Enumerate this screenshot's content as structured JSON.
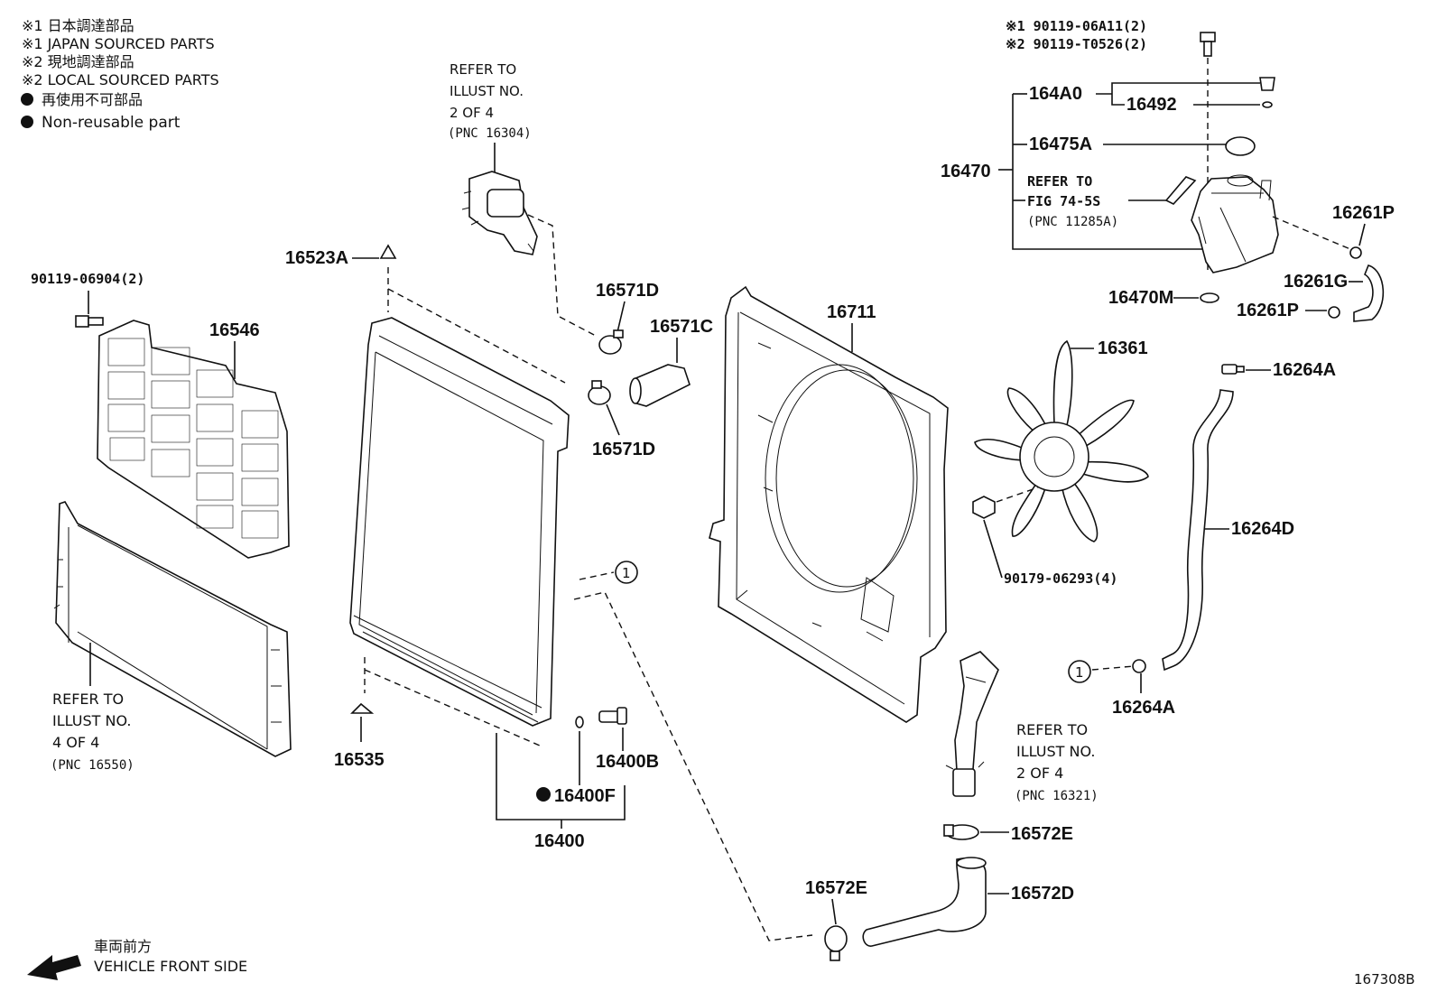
{
  "legend": {
    "line1": "※1 日本調達部品",
    "line2": "※1 JAPAN SOURCED PARTS",
    "line3": "※2 現地調達部品",
    "line4": "※2 LOCAL SOURCED PARTS",
    "line5": "再使用不可部品",
    "line6": "Non-reusable part"
  },
  "refer_water_pump": [
    "REFER TO",
    "ILLUST NO.",
    "2 OF 4",
    "(PNC 16304)"
  ],
  "refer_condenser": [
    "REFER TO",
    "ILLUST NO.",
    "4 OF 4",
    "(PNC 16550)"
  ],
  "refer_outlet": [
    "REFER TO",
    "ILLUST NO.",
    "2 OF 4",
    "(PNC 16321)"
  ],
  "refer_fig": [
    "REFER TO",
    "FIG 74-5S",
    "(PNC 11285A)"
  ],
  "bolt_top": [
    "※1 90119-06A11(2)",
    "※2 90119-T0526(2)"
  ],
  "parts": {
    "p16546": "16546",
    "p90119_06904": "90119-06904(2)",
    "p16523A": "16523A",
    "p16571D_top": "16571D",
    "p16571C": "16571C",
    "p16571D_bot": "16571D",
    "p16711": "16711",
    "p16361": "16361",
    "p90179": "90179-06293(4)",
    "p16470": "16470",
    "p164A0": "164A0",
    "p16492": "16492",
    "p16475A": "16475A",
    "p16261P_top": "16261P",
    "p16261G": "16261G",
    "p16261P_bot": "16261P",
    "p16470M": "16470M",
    "p16264A_top": "16264A",
    "p16264D": "16264D",
    "p16264A_bot": "16264A",
    "p16535": "16535",
    "p16400B": "16400B",
    "p16400F": "16400F",
    "p16400": "16400",
    "p16572E_right": "16572E",
    "p16572D": "16572D",
    "p16572E_left": "16572E",
    "ref1_a": "1",
    "ref1_b": "1"
  },
  "direction": {
    "jp": "車両前方",
    "en": "VEHICLE FRONT SIDE"
  },
  "figure_id": "167308B"
}
